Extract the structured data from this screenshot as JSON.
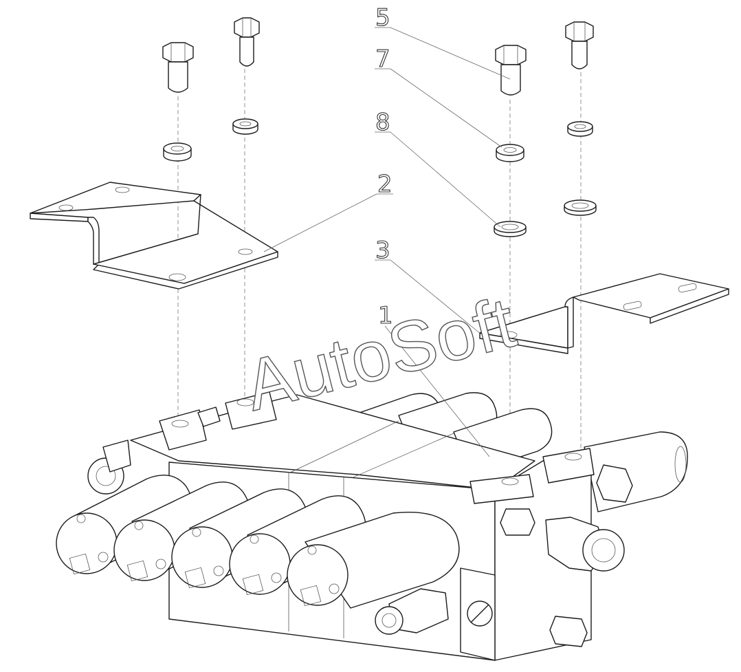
{
  "drawing": {
    "watermark": "AutoSoft",
    "callouts": [
      {
        "id": "p5",
        "label": "5"
      },
      {
        "id": "p7",
        "label": "7"
      },
      {
        "id": "p8",
        "label": "8"
      },
      {
        "id": "p2",
        "label": "2"
      },
      {
        "id": "p3",
        "label": "3"
      },
      {
        "id": "p1",
        "label": "1"
      }
    ]
  }
}
